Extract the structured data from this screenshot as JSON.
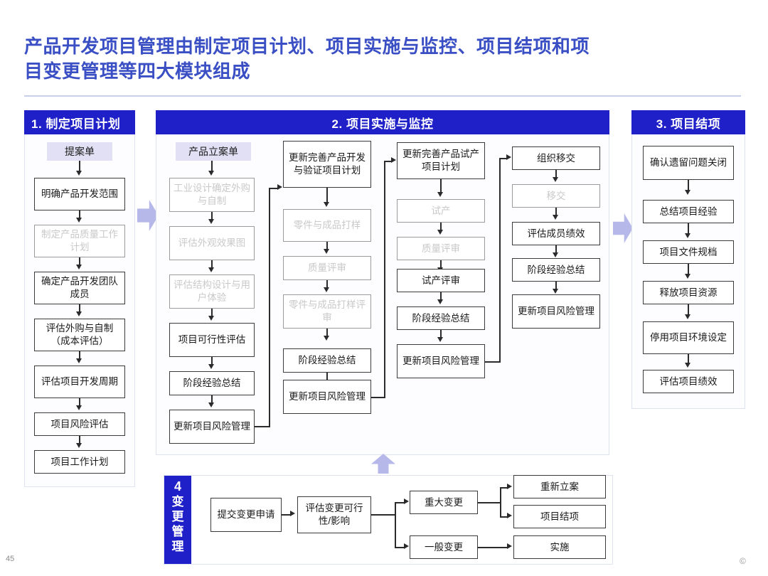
{
  "title": {
    "line1": "产品开发项目管理由制定项目计划、项目实施与监控、项目结项和项",
    "line2": "目变更管理等四大模块组成"
  },
  "accent_colors": {
    "title_blue": "#3a4fc4",
    "header_blue": "#1f20c8",
    "chip_lavender": "#e2e0f4",
    "block_arrow": "#b6b8ea",
    "dim_text": "#c9c9c9"
  },
  "sections": [
    {
      "id": "s1",
      "header": "1. 制定项目计划",
      "entry_chip": "提案单",
      "steps": [
        {
          "label": "明确产品开发范围",
          "dim": false
        },
        {
          "label": "制定产品质量工作计划",
          "dim": true
        },
        {
          "label": "确定产品开发团队成员",
          "dim": false
        },
        {
          "label": "评估外购与自制（成本评估）",
          "dim": false
        },
        {
          "label": "评估项目开发周期",
          "dim": false
        },
        {
          "label": "项目风险评估",
          "dim": false
        },
        {
          "label": "项目工作计划",
          "dim": false
        }
      ]
    },
    {
      "id": "s2",
      "header": "2. 项目实施与监控",
      "columns": [
        {
          "id": "s2c1",
          "entry_chip": "产品立案单",
          "steps": [
            {
              "label": "工业设计确定外购与自制",
              "dim": true
            },
            {
              "label": "评估外观效果图",
              "dim": true
            },
            {
              "label": "评估结构设计与用户体验",
              "dim": true
            },
            {
              "label": "项目可行性评估",
              "dim": false
            },
            {
              "label": "阶段经验总结",
              "dim": false
            },
            {
              "label": "更新项目风险管理",
              "dim": false
            }
          ]
        },
        {
          "id": "s2c2",
          "entry_chip": null,
          "steps": [
            {
              "label": "更新完善产品开发与验证项目计划",
              "dim": false
            },
            {
              "label": "零件与成品打样",
              "dim": true
            },
            {
              "label": "质量评审",
              "dim": true
            },
            {
              "label": "零件与成品打样评审",
              "dim": true
            },
            {
              "label": "阶段经验总结",
              "dim": false
            },
            {
              "label": "更新项目风险管理",
              "dim": false
            }
          ]
        },
        {
          "id": "s2c3",
          "entry_chip": null,
          "steps": [
            {
              "label": "更新完善产品试产项目计划",
              "dim": false
            },
            {
              "label": "试产",
              "dim": true
            },
            {
              "label": "质量评审",
              "dim": true
            },
            {
              "label": "试产评审",
              "dim": false
            },
            {
              "label": "阶段经验总结",
              "dim": false
            },
            {
              "label": "更新项目风险管理",
              "dim": false
            }
          ]
        },
        {
          "id": "s2c4",
          "entry_chip": null,
          "steps": [
            {
              "label": "组织移交",
              "dim": false
            },
            {
              "label": "移交",
              "dim": true
            },
            {
              "label": "评估成员绩效",
              "dim": false
            },
            {
              "label": "阶段经验总结",
              "dim": false
            },
            {
              "label": "更新项目风险管理",
              "dim": false
            }
          ]
        }
      ]
    },
    {
      "id": "s3",
      "header": "3. 项目结项",
      "entry_chip": null,
      "steps": [
        {
          "label": "确认遗留问题关闭",
          "dim": false
        },
        {
          "label": "总结项目经验",
          "dim": false
        },
        {
          "label": "项目文件规档",
          "dim": false
        },
        {
          "label": "释放项目资源",
          "dim": false
        },
        {
          "label": "停用项目环境设定",
          "dim": false
        },
        {
          "label": "评估项目绩效",
          "dim": false
        }
      ]
    }
  ],
  "section4": {
    "number": "4",
    "label_chars": [
      "变",
      "更",
      "管",
      "理"
    ],
    "steps": {
      "submit": "提交变更申请",
      "evaluate": "评估变更可行性/影响",
      "major": "重大变更",
      "minor": "一般变更",
      "re_register": "重新立案",
      "close_project": "项目结项",
      "implement": "实施"
    }
  },
  "footer": {
    "page_number": "45",
    "copyright": "©"
  }
}
